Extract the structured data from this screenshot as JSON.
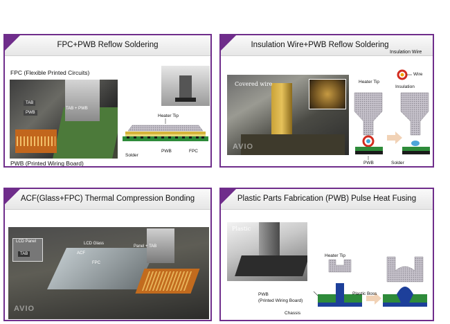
{
  "panels": {
    "fpc": {
      "title": "FPC+PWB Reflow Soldering",
      "label_fpc": "FPC (Flexible Printed Circuits)",
      "label_pwb": "PWB (Printed Wiring Board)",
      "photo_tab": "TAB",
      "photo_pwb": "PWB",
      "photo_tab_pwb": "TAB + PWB",
      "diagram": {
        "heater_tip": "Heater Tip",
        "solder": "Solder",
        "pwb": "PWB",
        "fpc": "FPC"
      }
    },
    "wire": {
      "title": "Insulation Wire+PWB Reflow Soldering",
      "subtitle": "Insulation Wire",
      "photo_label": "Covered wire",
      "watermark": "AVIO",
      "diagram": {
        "wire": "Wire",
        "insulation": "Insulation",
        "heater_tip": "Heater Tip",
        "pwb": "PWB",
        "solder": "Solder"
      }
    },
    "acf": {
      "title": "ACF(Glass+FPC) Thermal Compression Bonding",
      "photo_lcd_panel": "LCD Panel",
      "photo_tab": "TAB",
      "photo_lcd_glass": "LCD Glass",
      "photo_acf": "ACF",
      "photo_fpc": "FPC",
      "photo_panel_tab": "Panel + TAB",
      "watermark": "AVIO"
    },
    "plastic": {
      "title": "Plastic Parts Fabrication (PWB) Pulse Heat Fusing",
      "photo_label": "Plastic",
      "diagram": {
        "heater_tip": "Heater Tip",
        "pwb": "PWB",
        "pwb_full": "(Printed Wiring Board)",
        "plastic_boss": "Plastic Boss",
        "chassis": "Chassis"
      }
    }
  },
  "colors": {
    "accent": "#6f2d8b",
    "pwb_green": "#2e8b3a",
    "solder_yellow": "#e2c54a",
    "tip_gray": "#a8a4ad",
    "boss_blue": "#1d3f9a",
    "wire_red": "#d22c1f"
  }
}
